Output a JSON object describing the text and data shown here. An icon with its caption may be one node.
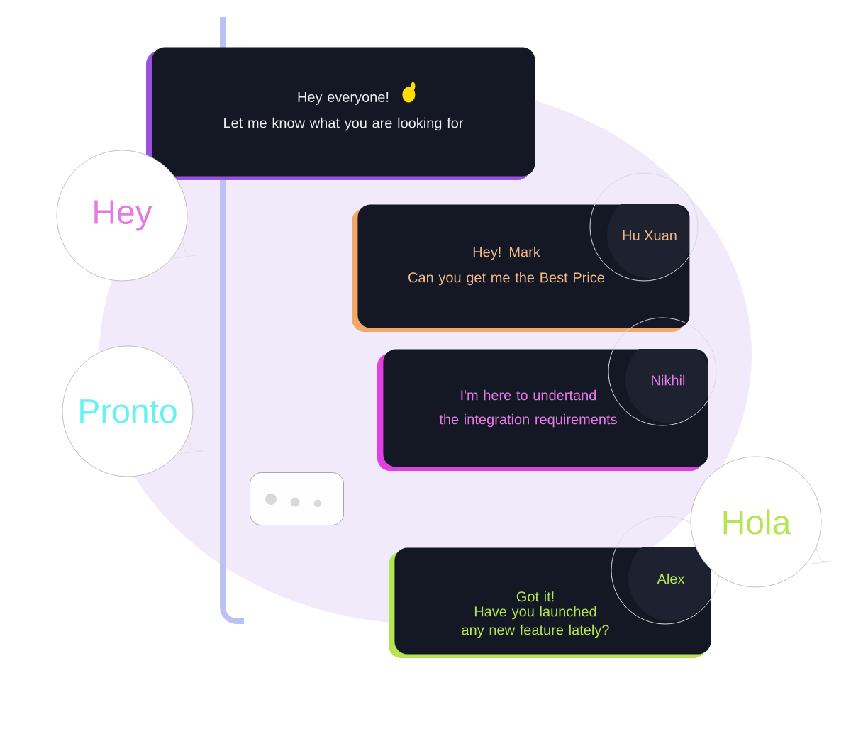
{
  "diagram": {
    "nodes": [
      {
        "text": [
          "Hey everyone!",
          "Let me know what you are looking for"
        ]
      },
      {
        "text": [
          "Hu Xuan",
          "Hey! Mark",
          "Can you get me the Best Price"
        ]
      },
      {
        "text": [
          "Nikhil",
          "I'm here to undertand",
          "the integration requirements"
        ]
      },
      {
        "text": [
          "Alex",
          "Got it!",
          "Have you launched any new feature lately?"
        ]
      },
      {
        "text": [
          "Hey"
        ]
      },
      {
        "text": [
          "Pronto"
        ]
      },
      {
        "text": [
          "Hola"
        ]
      },
      {
        "text": [],
        "shape": "box"
      }
    ]
  }
}
